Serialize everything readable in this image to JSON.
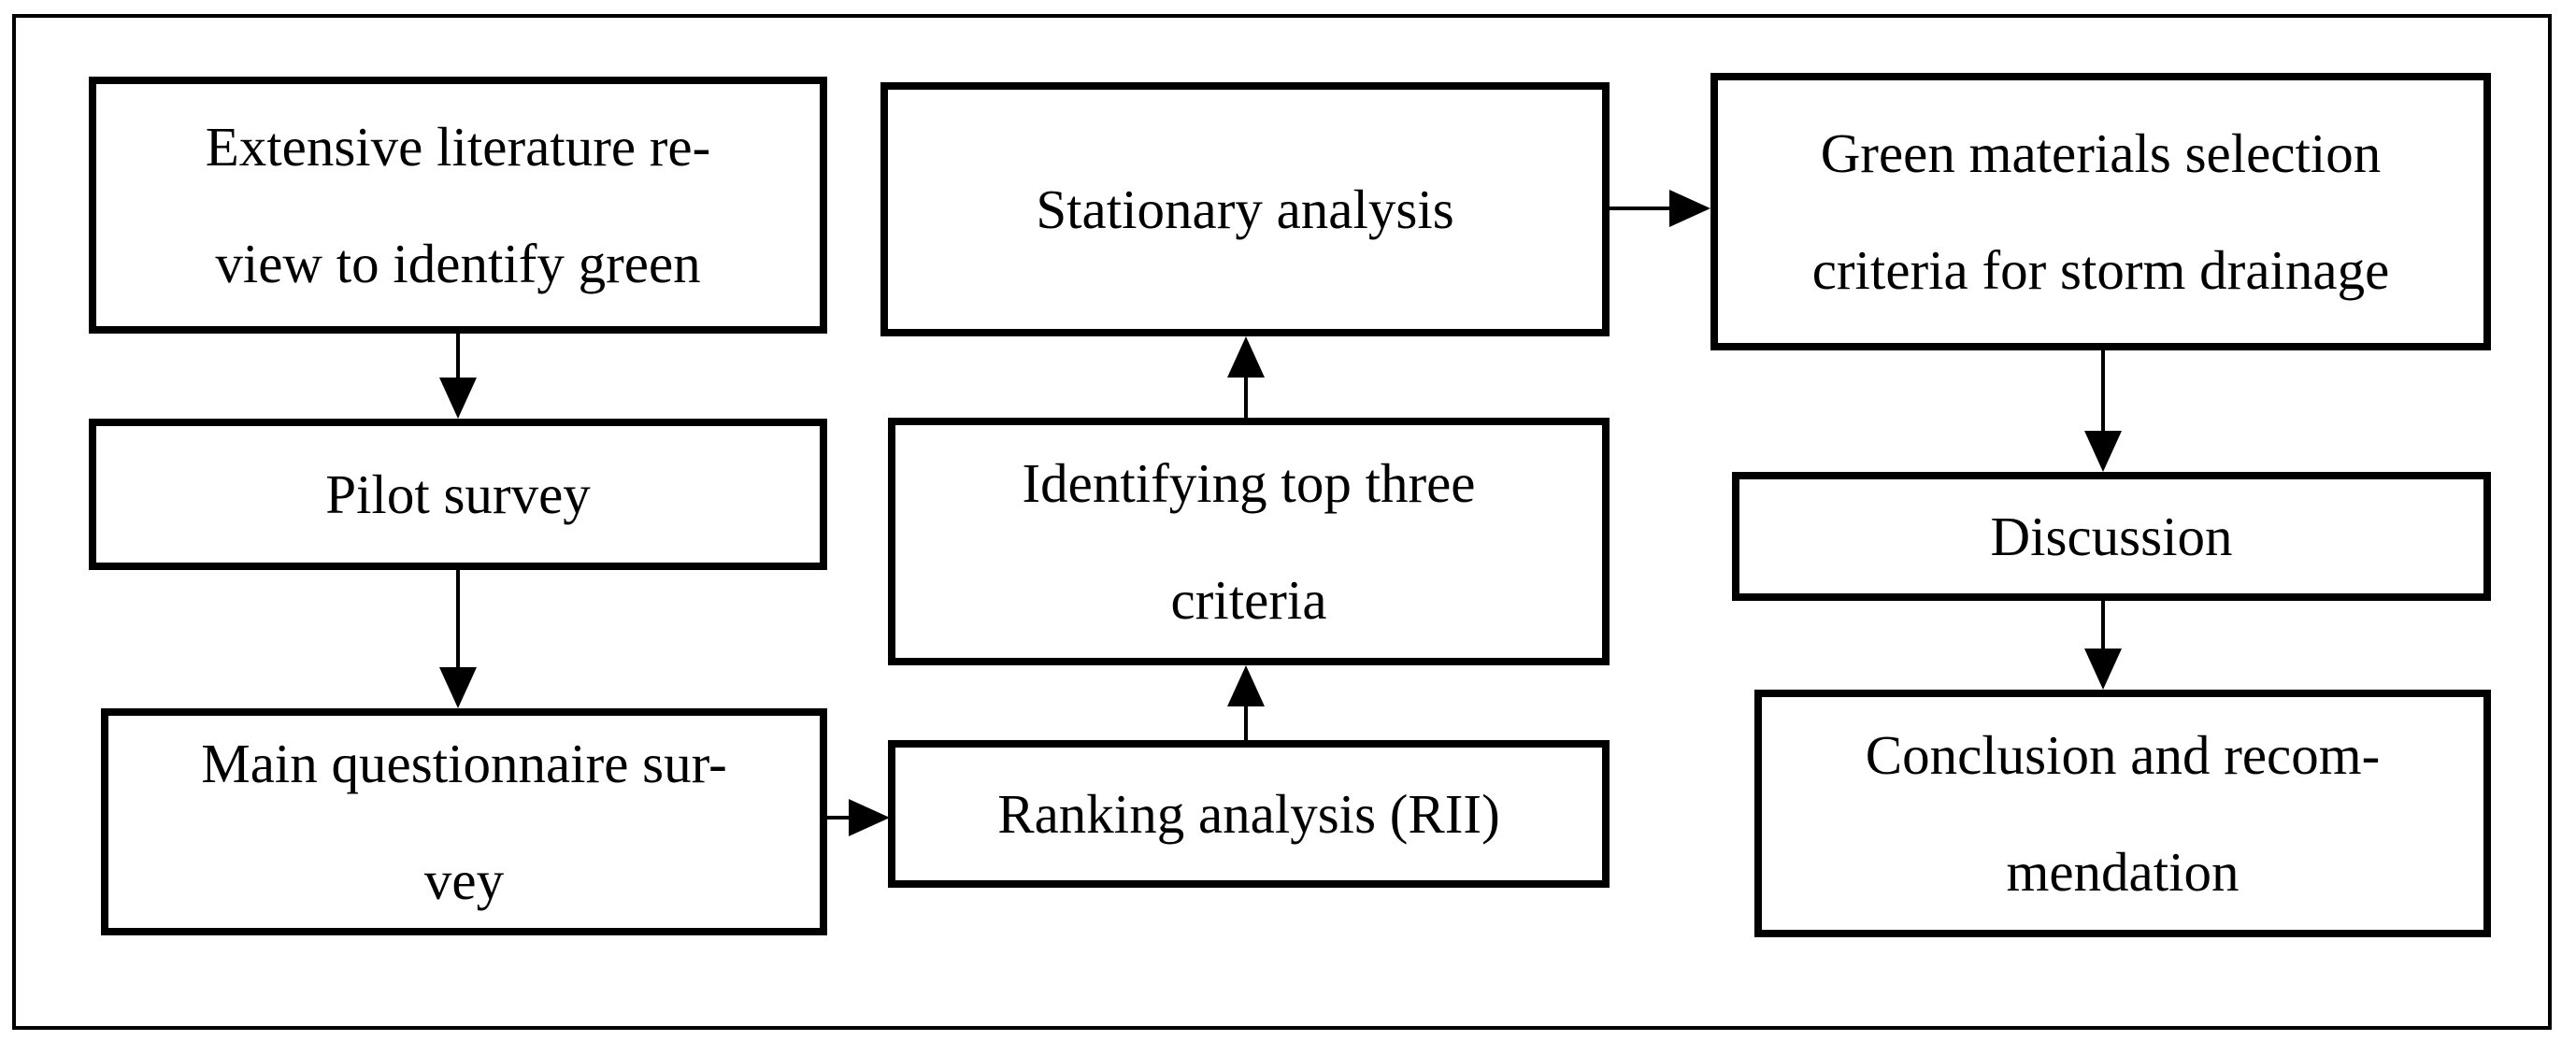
{
  "diagram": {
    "background_color": "#ffffff",
    "line_color": "#000000",
    "boxes": [
      {
        "name": "extensive-literature-review",
        "lines": [
          "Extensive literature re-",
          "view to identify green"
        ]
      },
      {
        "name": "pilot-survey",
        "lines": [
          "Pilot survey"
        ]
      },
      {
        "name": "main-questionnaire-survey",
        "lines": [
          "Main questionnaire sur-",
          "vey"
        ]
      },
      {
        "name": "stationary-analysis",
        "lines": [
          "Stationary analysis"
        ]
      },
      {
        "name": "identifying-top-three-criteria",
        "lines": [
          "Identifying top three",
          "criteria"
        ]
      },
      {
        "name": "ranking-analysis-rii",
        "lines": [
          "Ranking analysis (RII)"
        ]
      },
      {
        "name": "green-materials-selection-criteria",
        "lines": [
          "Green materials selection",
          "criteria for storm drainage"
        ]
      },
      {
        "name": "discussion",
        "lines": [
          "Discussion"
        ]
      },
      {
        "name": "conclusion-and-recommendation",
        "lines": [
          "Conclusion and recom-",
          "mendation"
        ]
      }
    ],
    "edges": [
      {
        "from": "extensive-literature-review",
        "to": "pilot-survey",
        "direction": "down"
      },
      {
        "from": "pilot-survey",
        "to": "main-questionnaire-survey",
        "direction": "down"
      },
      {
        "from": "main-questionnaire-survey",
        "to": "ranking-analysis-rii",
        "direction": "right"
      },
      {
        "from": "ranking-analysis-rii",
        "to": "identifying-top-three-criteria",
        "direction": "up"
      },
      {
        "from": "identifying-top-three-criteria",
        "to": "stationary-analysis",
        "direction": "up"
      },
      {
        "from": "stationary-analysis",
        "to": "green-materials-selection-criteria",
        "direction": "right"
      },
      {
        "from": "green-materials-selection-criteria",
        "to": "discussion",
        "direction": "down"
      },
      {
        "from": "discussion",
        "to": "conclusion-and-recommendation",
        "direction": "down"
      }
    ]
  }
}
